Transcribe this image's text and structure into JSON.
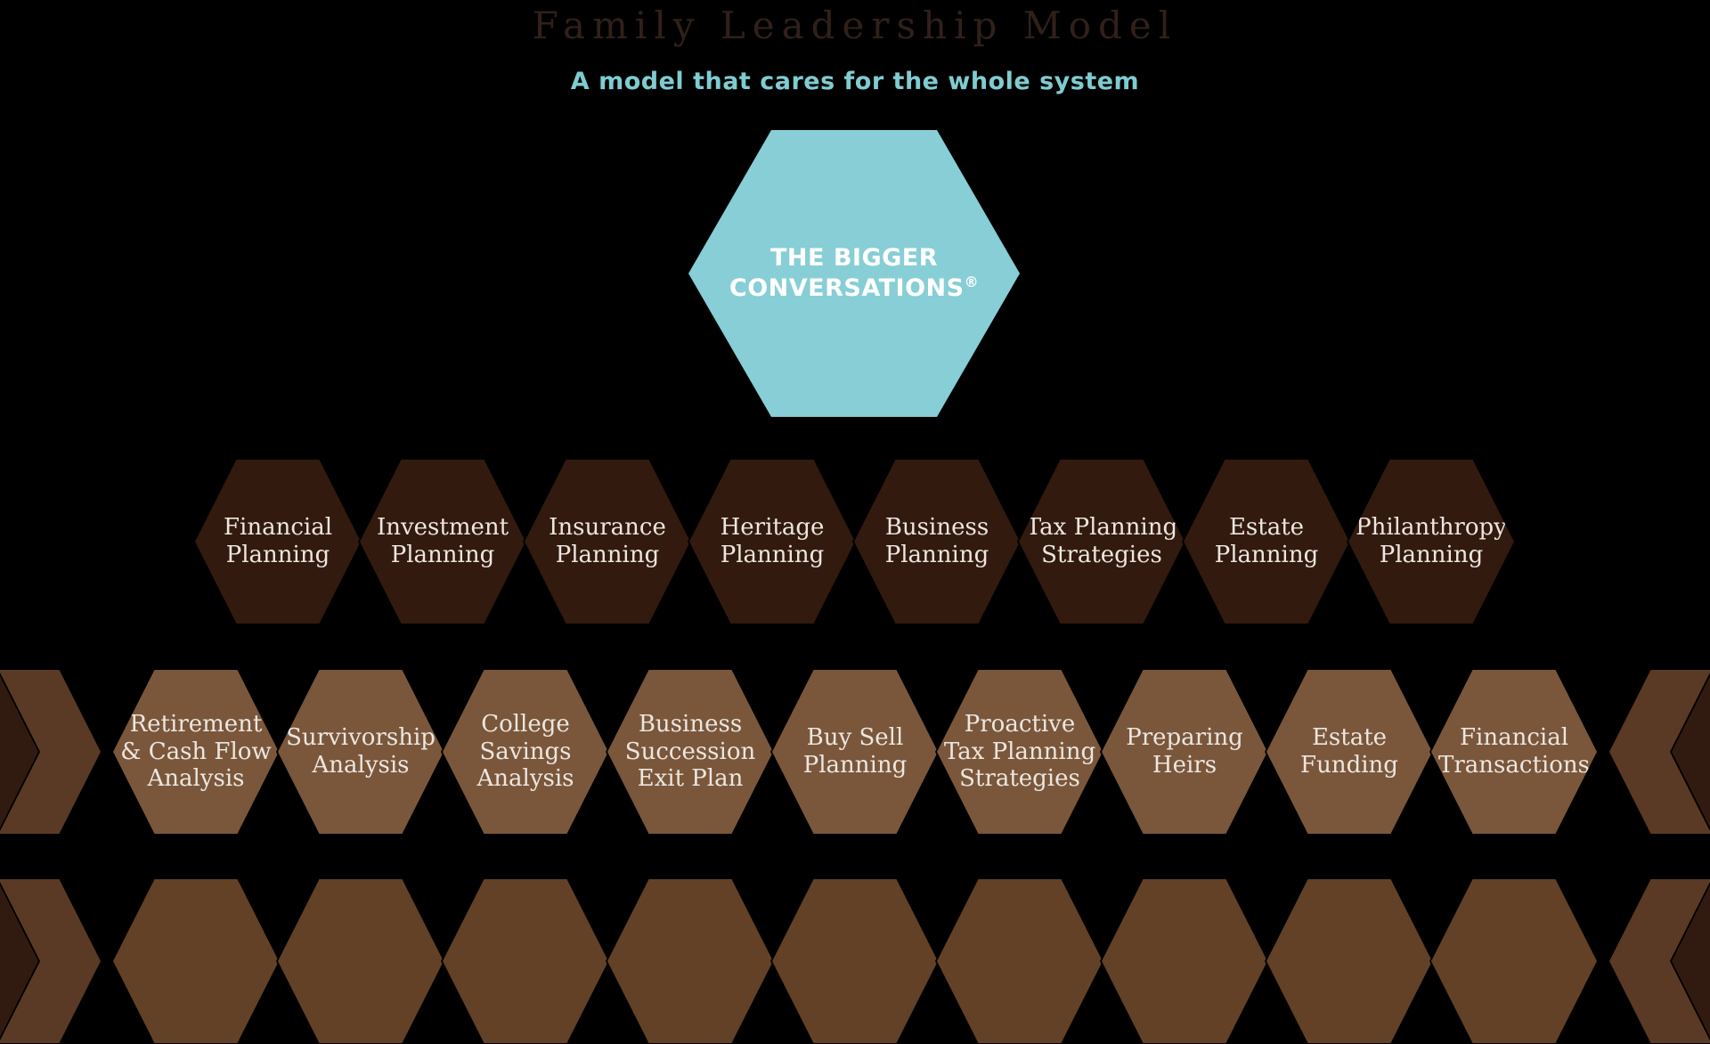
{
  "page": {
    "title": "Family Leadership Model",
    "subtitle": "A model that cares for the whole system",
    "background_color": "#000000",
    "title_color": "#31201a",
    "subtitle_color": "#7fccd1"
  },
  "center_hexagon": {
    "label_line1": "THE BIGGER",
    "label_line2": "CONVERSATIONS",
    "trademark": "®",
    "fill_color": "#87ced6",
    "text_color": "#ffffff"
  },
  "planning_row": {
    "fill_color": "#321a0f",
    "text_color": "#ece6df",
    "items": [
      {
        "label": "Financial\nPlanning"
      },
      {
        "label": "Investment\nPlanning"
      },
      {
        "label": "Insurance\nPlanning"
      },
      {
        "label": "Heritage\nPlanning"
      },
      {
        "label": "Business\nPlanning"
      },
      {
        "label": "Tax Planning\nStrategies"
      },
      {
        "label": "Estate\nPlanning"
      },
      {
        "label": "Philanthropy\nPlanning"
      }
    ]
  },
  "analysis_row": {
    "fill_color": "#7a573b",
    "text_color": "#ece6df",
    "items": [
      {
        "label": "Retirement\n& Cash Flow\nAnalysis"
      },
      {
        "label": "Survivorship\nAnalysis"
      },
      {
        "label": "College\nSavings\nAnalysis"
      },
      {
        "label": "Business\nSuccession\nExit Plan"
      },
      {
        "label": "Buy Sell\nPlanning"
      },
      {
        "label": "Proactive\nTax Planning\nStrategies"
      },
      {
        "label": "Preparing\nHeirs"
      },
      {
        "label": "Estate\nFunding"
      },
      {
        "label": "Financial\nTransactions"
      }
    ]
  },
  "bottom_row": {
    "fill_color": "#634126",
    "item_count": 9,
    "items": [
      {
        "label": ""
      },
      {
        "label": ""
      },
      {
        "label": ""
      },
      {
        "label": ""
      },
      {
        "label": ""
      },
      {
        "label": ""
      },
      {
        "label": ""
      },
      {
        "label": ""
      },
      {
        "label": ""
      }
    ]
  },
  "edge_hexagons": {
    "dark_fill": "#311b10",
    "mid_fill": "#5a3a24"
  }
}
